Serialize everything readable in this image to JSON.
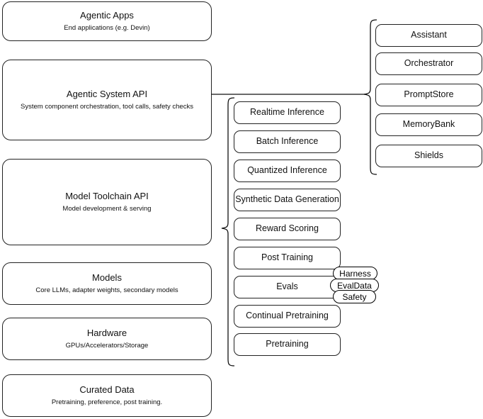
{
  "diagram": {
    "title": "LLM Stack Layers Architecture Diagram",
    "stroke_color": "#222222",
    "background_color": "#ffffff"
  },
  "layers": [
    {
      "id": "agentic-apps",
      "title": "Agentic Apps",
      "subtitle": "End applications (e.g. Devin)"
    },
    {
      "id": "agentic-system-api",
      "title": "Agentic System API",
      "subtitle": "System component orchestration, tool calls, safety checks"
    },
    {
      "id": "model-toolchain-api",
      "title": "Model Toolchain API",
      "subtitle": "Model development & serving"
    },
    {
      "id": "models",
      "title": "Models",
      "subtitle": "Core LLMs, adapter weights, secondary models"
    },
    {
      "id": "hardware",
      "title": "Hardware",
      "subtitle": "GPUs/Accelerators/Storage"
    },
    {
      "id": "curated-data",
      "title": "Curated Data",
      "subtitle": "Pretraining, preference, post training."
    }
  ],
  "toolchain_items": [
    {
      "id": "realtime-inference",
      "label": "Realtime Inference"
    },
    {
      "id": "batch-inference",
      "label": "Batch Inference"
    },
    {
      "id": "quantized-inference",
      "label": "Quantized Inference"
    },
    {
      "id": "synthetic-data-generation",
      "label": "Synthetic Data Generation"
    },
    {
      "id": "reward-scoring",
      "label": "Reward Scoring"
    },
    {
      "id": "post-training",
      "label": "Post Training"
    },
    {
      "id": "evals",
      "label": "Evals"
    },
    {
      "id": "continual-pretraining",
      "label": "Continual Pretraining"
    },
    {
      "id": "pretraining",
      "label": "Pretraining"
    }
  ],
  "agentic_system_items": [
    {
      "id": "assistant",
      "label": "Assistant"
    },
    {
      "id": "orchestrator",
      "label": "Orchestrator"
    },
    {
      "id": "promptstore",
      "label": "PromptStore"
    },
    {
      "id": "memorybank",
      "label": "MemoryBank"
    },
    {
      "id": "shields",
      "label": "Shields"
    }
  ],
  "eval_tags": [
    {
      "id": "harness",
      "label": "Harness"
    },
    {
      "id": "evaldata",
      "label": "EvalData"
    },
    {
      "id": "safety",
      "label": "Safety"
    }
  ]
}
